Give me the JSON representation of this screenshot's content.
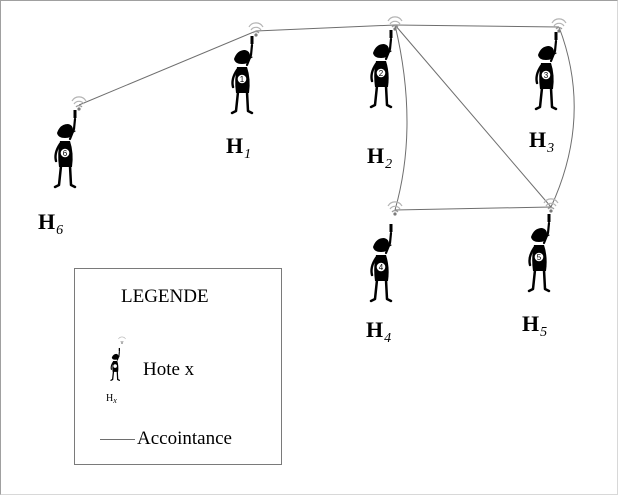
{
  "hosts": [
    {
      "id": "H6",
      "letter": "H",
      "index": "6",
      "badge": "6"
    },
    {
      "id": "H1",
      "letter": "H",
      "index": "1",
      "badge": "1"
    },
    {
      "id": "H2",
      "letter": "H",
      "index": "2",
      "badge": "2"
    },
    {
      "id": "H3",
      "letter": "H",
      "index": "3",
      "badge": "3"
    },
    {
      "id": "H4",
      "letter": "H",
      "index": "4",
      "badge": "4"
    },
    {
      "id": "H5",
      "letter": "H",
      "index": "5",
      "badge": "5"
    }
  ],
  "links": [
    [
      "H6",
      "H1"
    ],
    [
      "H1",
      "H2"
    ],
    [
      "H2",
      "H3"
    ],
    [
      "H2",
      "H4"
    ],
    [
      "H2",
      "H5"
    ],
    [
      "H3",
      "H5"
    ],
    [
      "H4",
      "H5"
    ]
  ],
  "legend": {
    "title": "LEGENDE",
    "host_label": "Hote x",
    "host_letter": "H",
    "host_index": "x",
    "link_label": "Accointance"
  },
  "colors": {
    "figure": "#000000",
    "link": "#6e6e6e",
    "antenna": "#b4b4b4",
    "legend_border": "#7a7a7a"
  }
}
